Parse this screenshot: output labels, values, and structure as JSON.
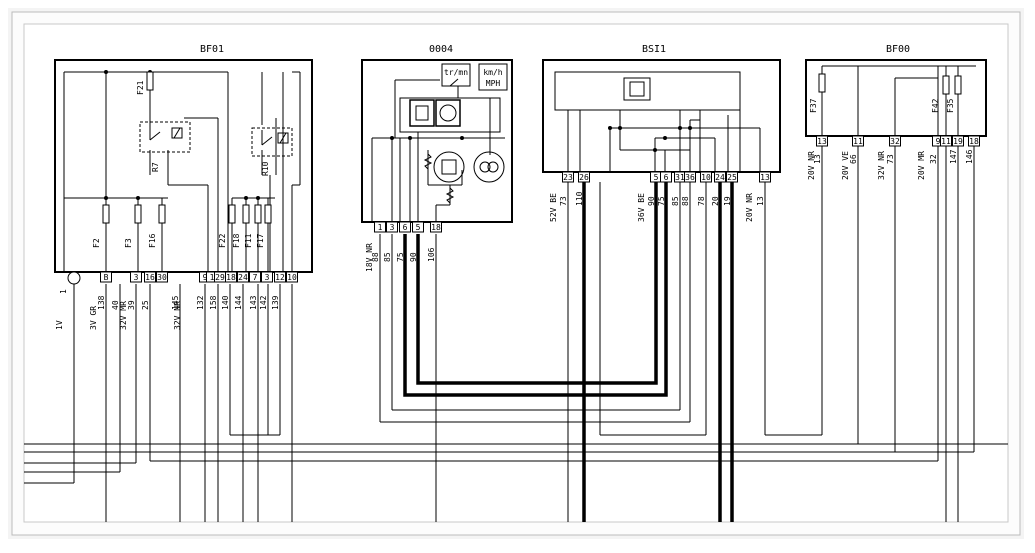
{
  "modules": [
    {
      "id": "bf01",
      "title": "BF01"
    },
    {
      "id": "0004",
      "title": "0004"
    },
    {
      "id": "bsi1",
      "title": "BSI1"
    },
    {
      "id": "bf00",
      "title": "BF00"
    }
  ],
  "gauges": {
    "rpm": "tr/mn",
    "speed_top": "km/h",
    "speed_bottom": "MPH"
  },
  "fuses": [
    "F21",
    "F2",
    "F3",
    "F16",
    "F22",
    "F18",
    "F11",
    "F17",
    "F37",
    "F42",
    "F35"
  ],
  "relays": [
    "R7",
    "R10"
  ],
  "connectors": {
    "bf01": {
      "left_circle": "1",
      "pins": [
        "B",
        "3",
        "16",
        "30",
        "9",
        "1",
        "29",
        "18",
        "24",
        "7",
        "3",
        "12",
        "10"
      ],
      "groups": [
        {
          "label": "1V"
        },
        {
          "label": "3V GR"
        },
        {
          "label": "32V MR"
        },
        {
          "label": "32V NR"
        }
      ],
      "wires": [
        "138",
        "40",
        "39",
        "25",
        "145",
        "132",
        "158",
        "140",
        "144",
        "143",
        "142",
        "139"
      ]
    },
    "c0004": {
      "pins": [
        "1",
        "3",
        "6",
        "5",
        "18"
      ],
      "groups": [
        {
          "label": "18V NR"
        }
      ],
      "wires": [
        "88",
        "85",
        "75",
        "90",
        "106"
      ]
    },
    "bsi1": {
      "pins": [
        "23",
        "26",
        "5",
        "6",
        "31",
        "36",
        "10",
        "24",
        "25",
        "13"
      ],
      "groups": [
        {
          "label": "52V BE"
        },
        {
          "label": "36V BE"
        },
        {
          "label": "20V NR"
        }
      ],
      "wires": [
        "73",
        "110",
        "90",
        "75",
        "85",
        "88",
        "78",
        "20",
        "19",
        "13"
      ]
    },
    "bf00": {
      "pins": [
        "13",
        "11",
        "32",
        "9",
        "11",
        "19",
        "18"
      ],
      "groups": [
        {
          "label": "20V NR"
        },
        {
          "label": "20V VE"
        },
        {
          "label": "32V NR"
        },
        {
          "label": "20V MR"
        }
      ],
      "wires": [
        "13",
        "66",
        "73",
        "32",
        "147",
        "146"
      ]
    }
  }
}
